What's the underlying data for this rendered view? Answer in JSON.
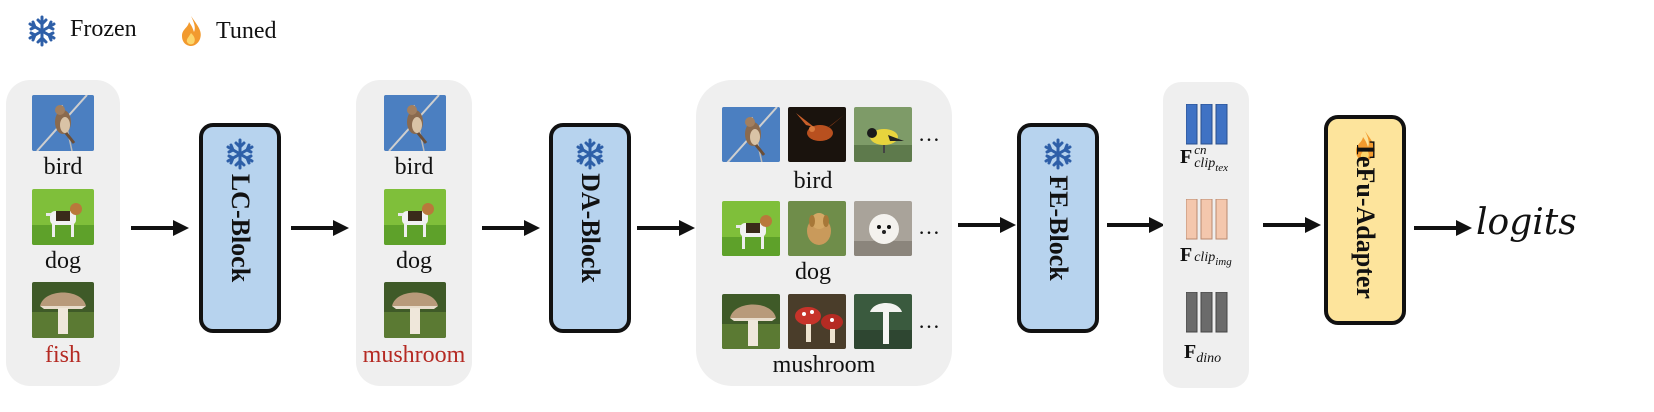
{
  "legend": {
    "frozen_label": "Frozen",
    "tuned_label": "Tuned",
    "frozen_icon": "snowflake-icon",
    "tuned_icon": "flame-icon"
  },
  "input_panel": {
    "labels": [
      "bird",
      "dog",
      "fish"
    ],
    "label_colors": [
      "#111111",
      "#111111",
      "#b52a23"
    ]
  },
  "corrected_panel": {
    "labels": [
      "bird",
      "dog",
      "mushroom"
    ],
    "label_colors": [
      "#111111",
      "#111111",
      "#b52a23"
    ]
  },
  "augmented_panel": {
    "row_labels": [
      "bird",
      "dog",
      "mushroom"
    ],
    "ellipsis": "…"
  },
  "blocks": {
    "lc": "LC-Block",
    "da": "DA-Block",
    "fe": "FE-Block",
    "adapter": "TeFu-Adapter"
  },
  "features": {
    "clip_tex": {
      "base": "F",
      "sub": "clip",
      "subsub": "tex",
      "sup": "cn",
      "color": "#3f72c4"
    },
    "clip_img": {
      "base": "F",
      "sub": "clip",
      "subsub": "img",
      "color": "#f4c7ad"
    },
    "dino": {
      "base": "F",
      "sub": "dino",
      "color": "#6b6b6b"
    }
  },
  "output": "logits",
  "colors": {
    "block_fill": "#b7d3ee",
    "adapter_fill": "#fde49c",
    "panel_fill": "#efefef",
    "error_label": "#b52a23"
  }
}
